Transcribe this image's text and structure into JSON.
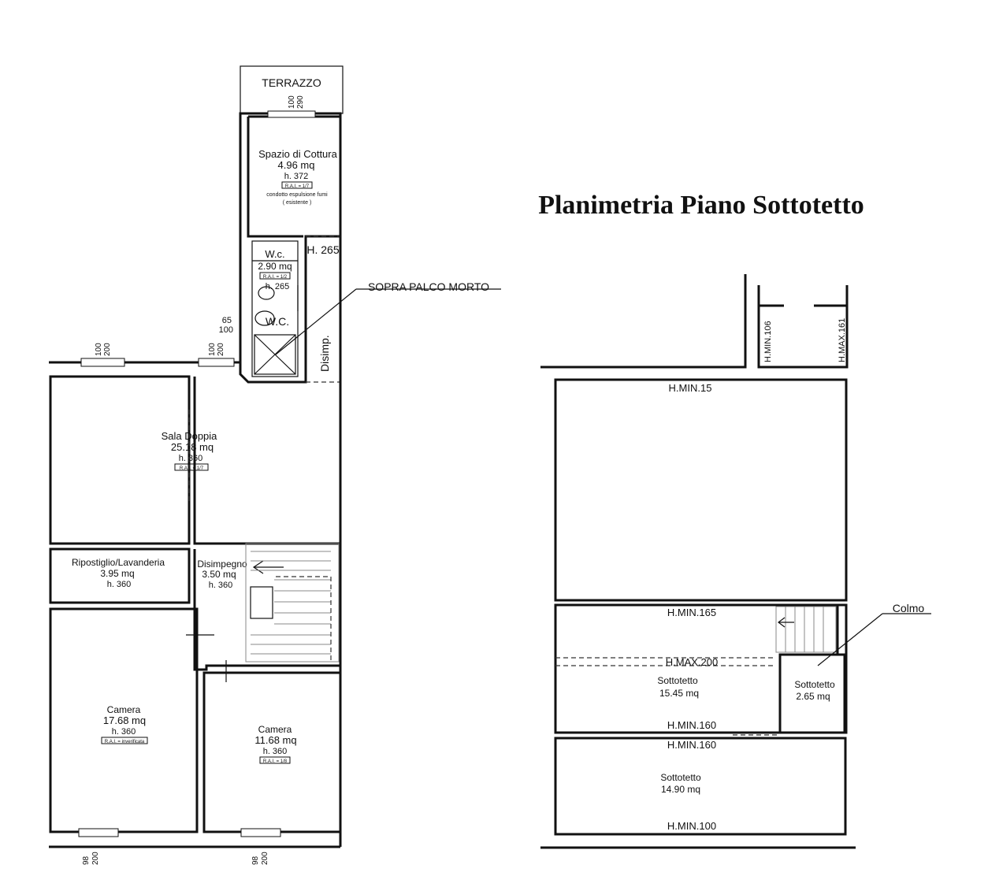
{
  "title": "Planimetria Piano Sottotetto",
  "labels": {
    "terrazzo": "TERRAZZO",
    "terrazzo_dim1": "100",
    "terrazzo_dim2": "290",
    "cottura_name": "Spazio di Cottura",
    "cottura_area": "4.96 mq",
    "cottura_h": "h. 372",
    "cottura_rai": "R.A.I. = 1/7",
    "cottura_note1": "condotto espulsione fumi",
    "cottura_note2": "( esistente )",
    "h265": "H. 265",
    "wc_name": "W.c.",
    "wc_area": "2.90 mq",
    "wc_rai": "R.A.I. = 1/2",
    "wc_h": "h. 265",
    "wc_fixture": "W.C.",
    "sopra_palco": "SOPRA PALCO MORTO",
    "wc_dim1": "65",
    "wc_dim2": "100",
    "disimp": "Disimp.",
    "sala_dim1": "100",
    "sala_dim2": "200",
    "sala2_dim1": "100",
    "sala2_dim2": "200",
    "sala_name": "Sala Doppia",
    "sala_area": "25.18 mq",
    "sala_h": "h. 360",
    "sala_rai": "R.A.I. = 1/7",
    "rip_name": "Ripostiglio/Lavanderia",
    "rip_area": "3.95 mq",
    "rip_h": "h. 360",
    "dis_name": "Disimpegno",
    "dis_area": "3.50 mq",
    "dis_h": "h. 360",
    "cam1_name": "Camera",
    "cam1_area": "17.68 mq",
    "cam1_h": "h. 360",
    "cam1_rai": "R.A.I. = inverificata",
    "cam2_name": "Camera",
    "cam2_area": "11.68 mq",
    "cam2_h": "h. 360",
    "cam2_rai": "R.A.I. = 1/8",
    "bot1_dim1": "98",
    "bot1_dim2": "200",
    "bot2_dim1": "98",
    "bot2_dim2": "200",
    "hmin106": "H.MIN.106",
    "hmax161": "H.MAX.161",
    "hmin15": "H.MIN.15",
    "hmin165": "H.MIN.165",
    "hmax200": "H.MAX.200",
    "colmo": "Colmo",
    "sott1_name": "Sottotetto",
    "sott1_area": "15.45 mq",
    "sott2_name": "Sottotetto",
    "sott2_area": "2.65 mq",
    "hmin160a": "H.MIN.160",
    "hmin160b": "H.MIN.160",
    "sott3_name": "Sottotetto",
    "sott3_area": "14.90 mq",
    "hmin100": "H.MIN.100"
  }
}
